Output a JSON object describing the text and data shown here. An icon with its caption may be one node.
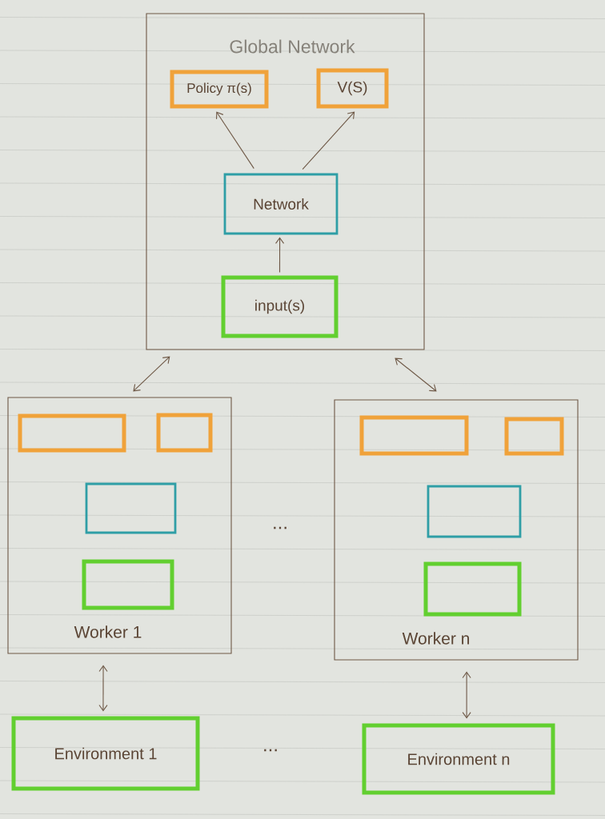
{
  "diagram": {
    "nodes": [
      {
        "text": [
          "Global Network"
        ]
      },
      {
        "text": [
          "Policy π(s)"
        ],
        "in": 0
      },
      {
        "text": [
          "V(S)"
        ],
        "in": 0
      },
      {
        "text": [
          "Network"
        ],
        "in": 0
      },
      {
        "text": [
          "input(s)"
        ],
        "in": 0
      },
      {
        "text": [
          "Worker 1"
        ]
      },
      {
        "text": [],
        "shape": "box",
        "in": 5
      },
      {
        "text": [],
        "shape": "box",
        "in": 5
      },
      {
        "text": [],
        "shape": "box",
        "in": 5
      },
      {
        "text": [],
        "shape": "box",
        "in": 5
      },
      {
        "text": [
          "Worker n"
        ]
      },
      {
        "text": [],
        "shape": "box",
        "in": 10
      },
      {
        "text": [],
        "shape": "box",
        "in": 10
      },
      {
        "text": [],
        "shape": "box",
        "in": 10
      },
      {
        "text": [],
        "shape": "box",
        "in": 10
      },
      {
        "text": [
          "Environment 1"
        ]
      },
      {
        "text": [
          "Environment n"
        ]
      }
    ],
    "edges": [
      {
        "from": 3,
        "to": 1,
        "arrow": "to"
      },
      {
        "from": 3,
        "to": 2,
        "arrow": "to"
      },
      {
        "from": 4,
        "to": 3,
        "arrow": "to"
      },
      {
        "from": 0,
        "to": 5,
        "arrow": "both"
      },
      {
        "from": 0,
        "to": 10,
        "arrow": "both"
      },
      {
        "from": 5,
        "to": 15,
        "arrow": "both"
      },
      {
        "from": 10,
        "to": 16,
        "arrow": "both"
      }
    ],
    "labels": [
      "...",
      "..."
    ]
  }
}
